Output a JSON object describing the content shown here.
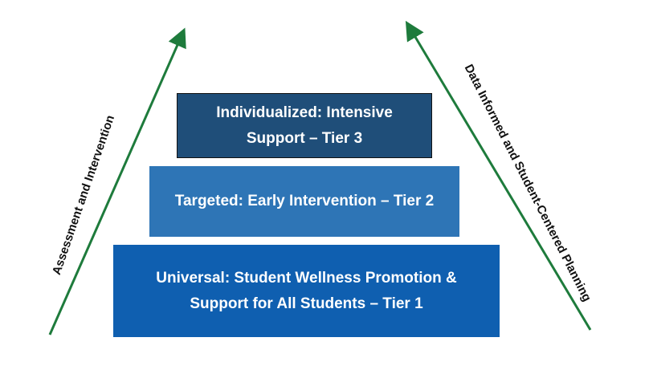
{
  "diagram": {
    "tiers": [
      {
        "lines": [
          "Individualized: Intensive",
          "Support – Tier 3"
        ],
        "color": "#1f4e79"
      },
      {
        "lines": [
          "Targeted: Early Intervention – Tier 2"
        ],
        "color": "#2e75b6"
      },
      {
        "lines": [
          "Universal: Student Wellness Promotion &",
          "Support for All Students – Tier 1"
        ],
        "color": "#0f5fb0"
      }
    ],
    "arrows": {
      "left_label": "Assessment and Intervention",
      "right_label": "Data Informed and Student-Centered Planning",
      "color": "#1e7b3c"
    }
  }
}
